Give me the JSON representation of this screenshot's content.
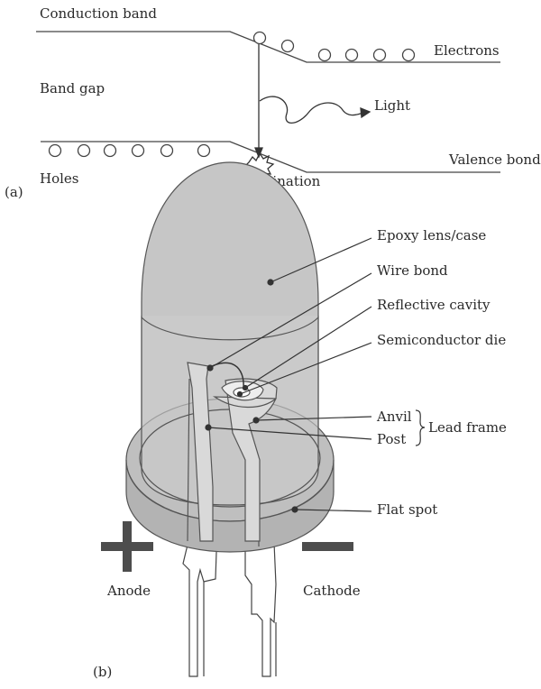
{
  "panel_a": {
    "tag": "(a)",
    "labels": {
      "conduction_band": "Conduction band",
      "band_gap": "Band gap",
      "electrons": "Electrons",
      "light": "Light",
      "holes": "Holes",
      "recombination": "Recombination",
      "valence": "Valence bond"
    }
  },
  "panel_b": {
    "tag": "(b)",
    "labels": {
      "epoxy": "Epoxy lens/case",
      "wire_bond": "Wire bond",
      "reflective_cavity": "Reflective cavity",
      "semiconductor_die": "Semiconductor die",
      "anvil": "Anvil",
      "post": "Post",
      "lead_frame": "Lead frame",
      "flat_spot": "Flat spot",
      "anode": "Anode",
      "cathode": "Cathode"
    }
  },
  "colors": {
    "case": "#c4c4c4",
    "case_dark": "#a8a8a8",
    "line": "#333333",
    "symbol": "#4d4d4d"
  }
}
